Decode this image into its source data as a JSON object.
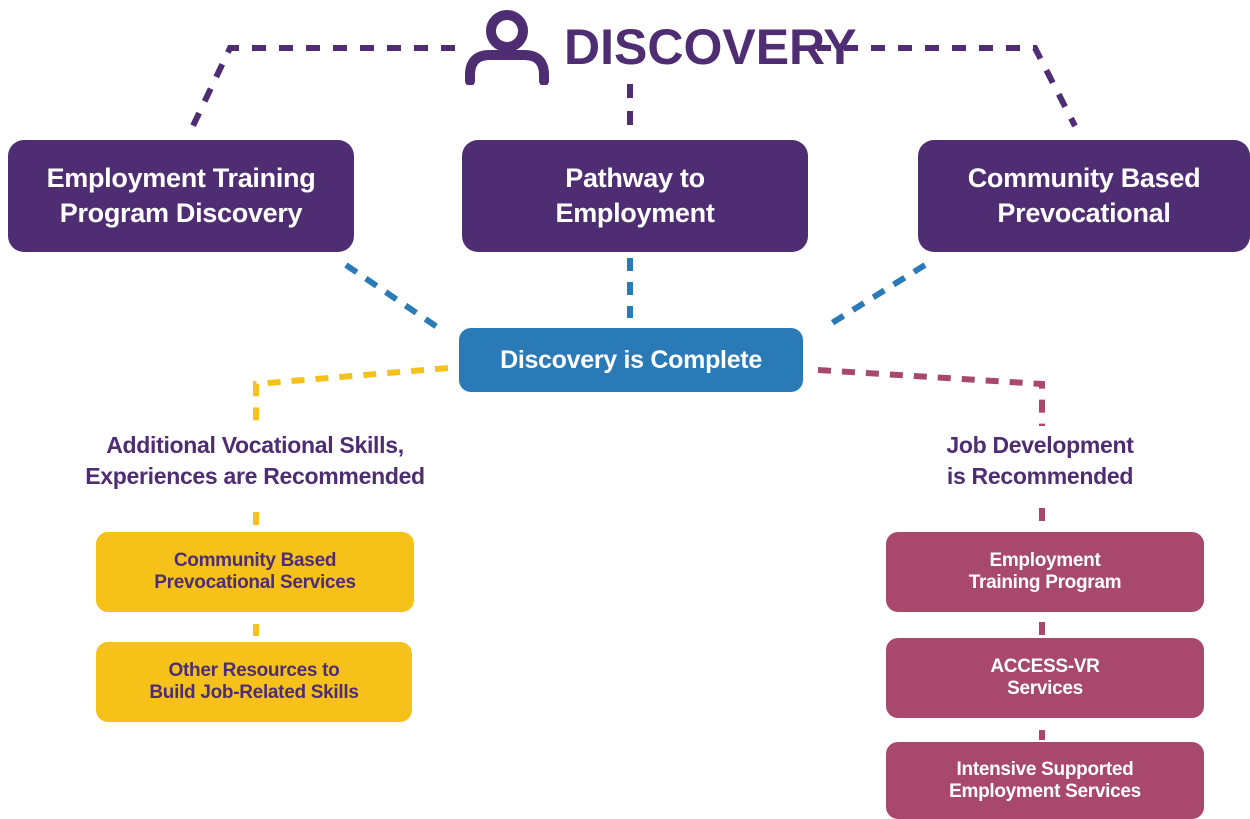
{
  "header": {
    "title": "DISCOVERY",
    "icon": "person-icon"
  },
  "entry_paths": [
    {
      "label": "Employment Training\nProgram Discovery"
    },
    {
      "label": "Pathway to\nEmployment"
    },
    {
      "label": "Community Based\nPrevocational"
    }
  ],
  "center": {
    "label": "Discovery is Complete"
  },
  "left_branch": {
    "heading": "Additional Vocational  Skills,\nExperiences are Recommended",
    "items": [
      {
        "label": "Community Based\nPrevocational Services"
      },
      {
        "label": "Other Resources to\nBuild Job-Related Skills"
      }
    ]
  },
  "right_branch": {
    "heading": "Job Development\nis  Recommended",
    "items": [
      {
        "label": "Employment\nTraining Program"
      },
      {
        "label": "ACCESS-VR\nServices"
      },
      {
        "label": "Intensive Supported\nEmployment Services"
      }
    ]
  },
  "colors": {
    "purple": "#4e2d73",
    "blue": "#2a7ab8",
    "yellow": "#f6c21a",
    "magenta": "#a8486d",
    "white": "#ffffff"
  }
}
